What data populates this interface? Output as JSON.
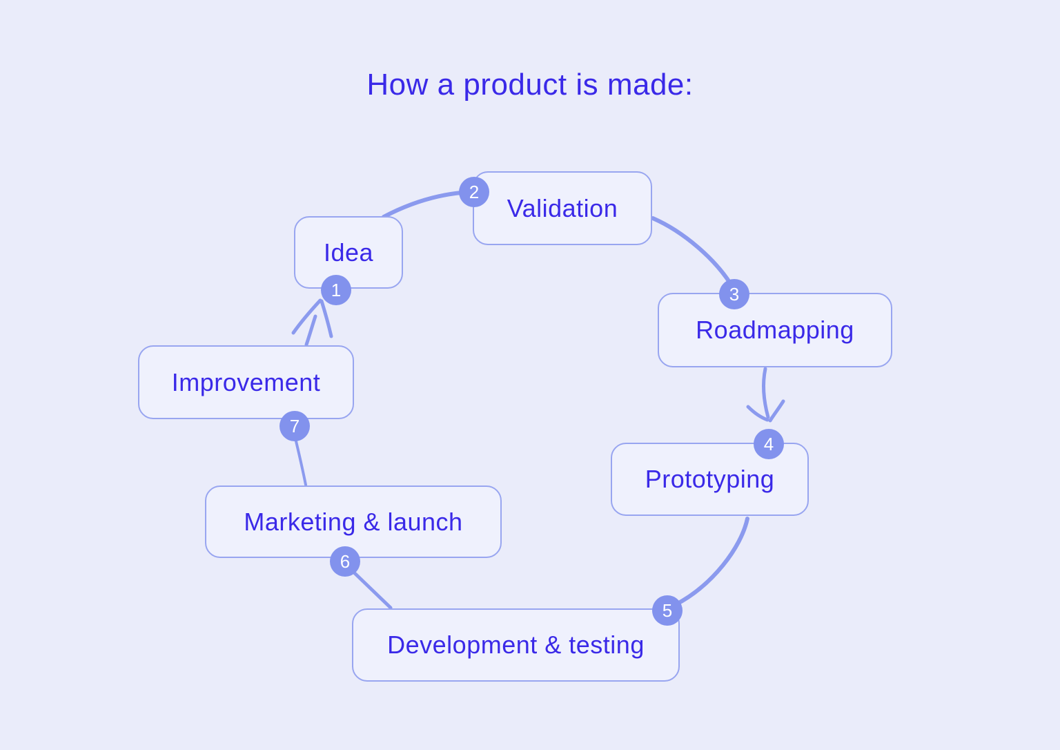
{
  "title": "How a product is made:",
  "steps": [
    {
      "num": "1",
      "label": "Idea"
    },
    {
      "num": "2",
      "label": "Validation"
    },
    {
      "num": "3",
      "label": "Roadmapping"
    },
    {
      "num": "4",
      "label": "Prototyping"
    },
    {
      "num": "5",
      "label": "Development & testing"
    },
    {
      "num": "6",
      "label": "Marketing & launch"
    },
    {
      "num": "7",
      "label": "Improvement"
    }
  ],
  "colors": {
    "background": "#EAECFA",
    "box_fill": "#EFF1FD",
    "box_border": "#98A5F0",
    "text": "#3A29E8",
    "badge_fill": "#8292ED",
    "badge_text": "#FFFFFF",
    "connector": "#8B9AEE"
  }
}
